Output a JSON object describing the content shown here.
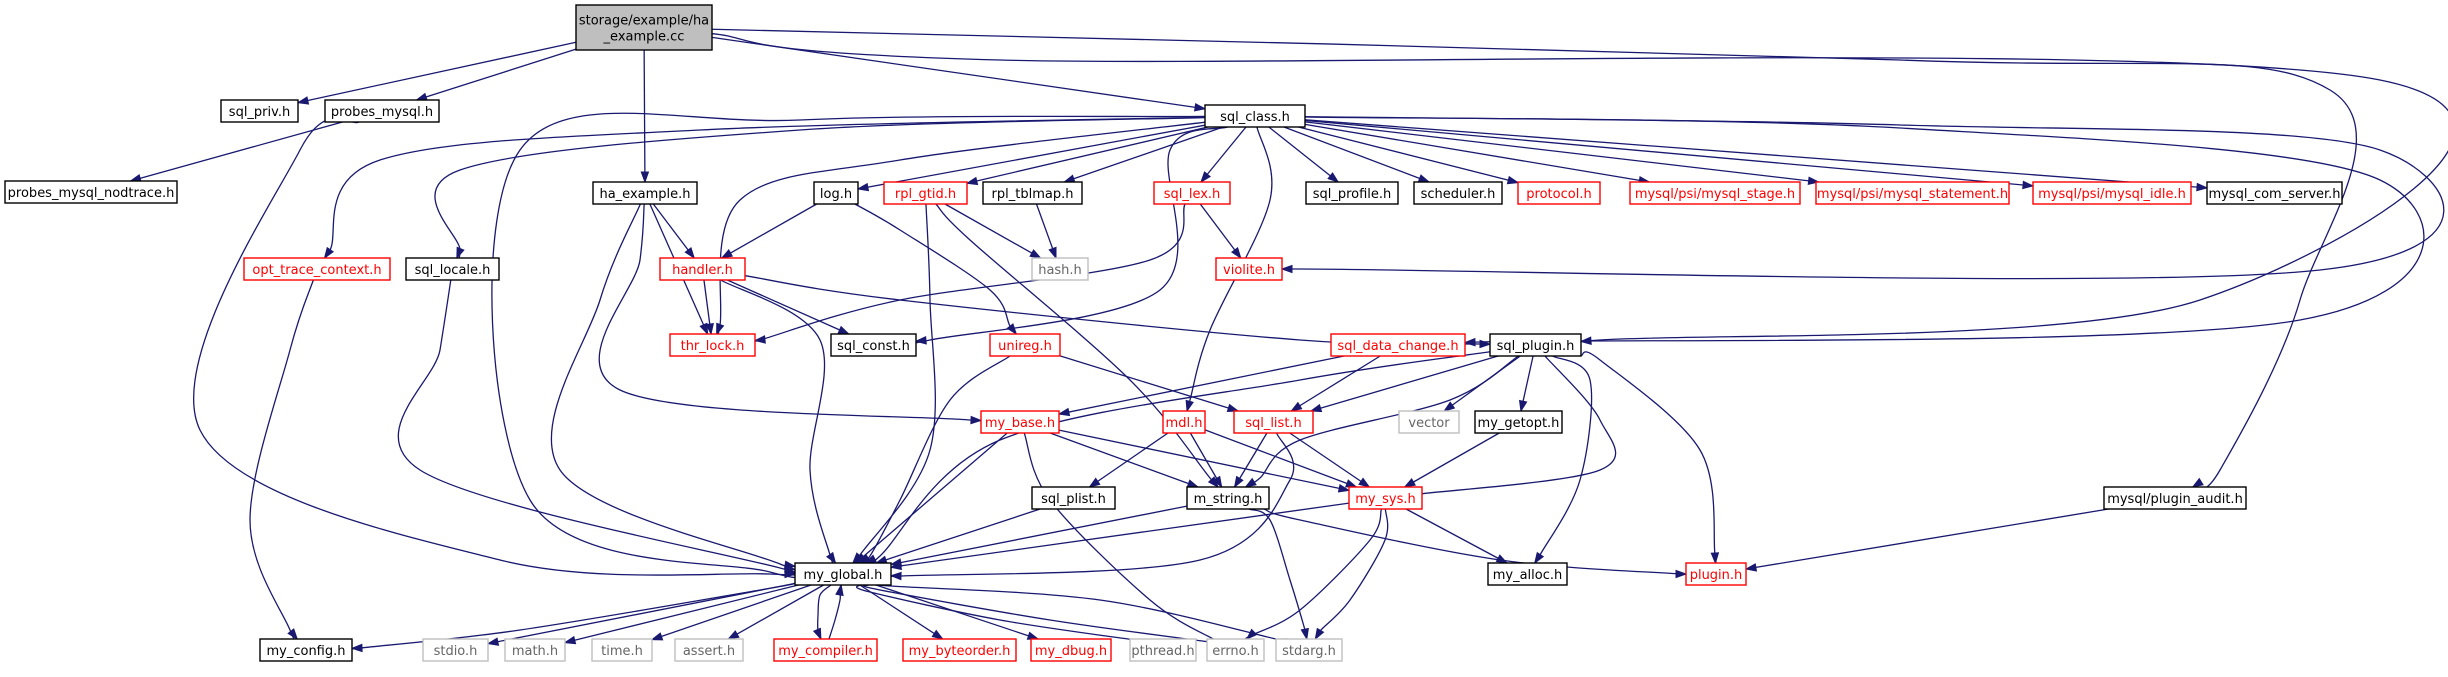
{
  "colors": {
    "edge": "#191970",
    "normal_border": "#000000",
    "normal_text": "#000000",
    "incomplete_border": "#ff0000",
    "incomplete_text": "#ff0000",
    "external_border": "#bfbfbf",
    "external_text": "#666666",
    "root_fill": "#bfbfbf",
    "fill": "#ffffff"
  },
  "nodes": [
    {
      "id": "root",
      "label": "storage/example/ha_example.cc",
      "lines": [
        "storage/example/ha",
        "_example.cc"
      ],
      "kind": "root"
    },
    {
      "id": "sql_priv",
      "label": "sql_priv.h",
      "kind": "normal"
    },
    {
      "id": "probes_mysql",
      "label": "probes_mysql.h",
      "kind": "normal"
    },
    {
      "id": "probes_mysql_nodtrace",
      "label": "probes_mysql_nodtrace.h",
      "kind": "normal"
    },
    {
      "id": "sql_class",
      "label": "sql_class.h",
      "kind": "normal"
    },
    {
      "id": "ha_example",
      "label": "ha_example.h",
      "kind": "normal"
    },
    {
      "id": "opt_trace_context",
      "label": "opt_trace_context.h",
      "kind": "incomplete"
    },
    {
      "id": "sql_locale",
      "label": "sql_locale.h",
      "kind": "normal"
    },
    {
      "id": "log",
      "label": "log.h",
      "kind": "normal"
    },
    {
      "id": "rpl_gtid",
      "label": "rpl_gtid.h",
      "kind": "incomplete"
    },
    {
      "id": "rpl_tblmap",
      "label": "rpl_tblmap.h",
      "kind": "normal"
    },
    {
      "id": "sql_lex",
      "label": "sql_lex.h",
      "kind": "incomplete"
    },
    {
      "id": "sql_profile",
      "label": "sql_profile.h",
      "kind": "normal"
    },
    {
      "id": "scheduler",
      "label": "scheduler.h",
      "kind": "normal"
    },
    {
      "id": "protocol",
      "label": "protocol.h",
      "kind": "incomplete"
    },
    {
      "id": "mysql_stage",
      "label": "mysql/psi/mysql_stage.h",
      "kind": "incomplete"
    },
    {
      "id": "mysql_statement",
      "label": "mysql/psi/mysql_statement.h",
      "kind": "incomplete"
    },
    {
      "id": "mysql_idle",
      "label": "mysql/psi/mysql_idle.h",
      "kind": "incomplete"
    },
    {
      "id": "mysql_com_server",
      "label": "mysql_com_server.h",
      "kind": "normal"
    },
    {
      "id": "hash",
      "label": "hash.h",
      "kind": "external"
    },
    {
      "id": "violite",
      "label": "violite.h",
      "kind": "incomplete"
    },
    {
      "id": "handler",
      "label": "handler.h",
      "kind": "incomplete"
    },
    {
      "id": "thr_lock",
      "label": "thr_lock.h",
      "kind": "incomplete"
    },
    {
      "id": "sql_const",
      "label": "sql_const.h",
      "kind": "normal"
    },
    {
      "id": "unireg",
      "label": "unireg.h",
      "kind": "incomplete"
    },
    {
      "id": "sql_data_change",
      "label": "sql_data_change.h",
      "kind": "incomplete"
    },
    {
      "id": "sql_plugin",
      "label": "sql_plugin.h",
      "kind": "normal"
    },
    {
      "id": "my_base",
      "label": "my_base.h",
      "kind": "incomplete"
    },
    {
      "id": "mdl",
      "label": "mdl.h",
      "kind": "incomplete"
    },
    {
      "id": "sql_list",
      "label": "sql_list.h",
      "kind": "incomplete"
    },
    {
      "id": "vector",
      "label": "vector",
      "kind": "external"
    },
    {
      "id": "my_getopt",
      "label": "my_getopt.h",
      "kind": "normal"
    },
    {
      "id": "sql_plist",
      "label": "sql_plist.h",
      "kind": "normal"
    },
    {
      "id": "m_string",
      "label": "m_string.h",
      "kind": "normal"
    },
    {
      "id": "my_sys",
      "label": "my_sys.h",
      "kind": "incomplete"
    },
    {
      "id": "mysql_plugin_audit",
      "label": "mysql/plugin_audit.h",
      "kind": "normal"
    },
    {
      "id": "my_global",
      "label": "my_global.h",
      "kind": "normal"
    },
    {
      "id": "my_alloc",
      "label": "my_alloc.h",
      "kind": "normal"
    },
    {
      "id": "plugin",
      "label": "plugin.h",
      "kind": "incomplete"
    },
    {
      "id": "my_config",
      "label": "my_config.h",
      "kind": "normal"
    },
    {
      "id": "stdio",
      "label": "stdio.h",
      "kind": "external"
    },
    {
      "id": "math",
      "label": "math.h",
      "kind": "external"
    },
    {
      "id": "time",
      "label": "time.h",
      "kind": "external"
    },
    {
      "id": "assert",
      "label": "assert.h",
      "kind": "external"
    },
    {
      "id": "my_compiler",
      "label": "my_compiler.h",
      "kind": "incomplete"
    },
    {
      "id": "my_byteorder",
      "label": "my_byteorder.h",
      "kind": "incomplete"
    },
    {
      "id": "my_dbug",
      "label": "my_dbug.h",
      "kind": "incomplete"
    },
    {
      "id": "pthread",
      "label": "pthread.h",
      "kind": "external"
    },
    {
      "id": "errno",
      "label": "errno.h",
      "kind": "external"
    },
    {
      "id": "stdarg",
      "label": "stdarg.h",
      "kind": "external"
    }
  ],
  "edges": [
    {
      "from": "root",
      "to": "sql_priv"
    },
    {
      "from": "root",
      "to": "probes_mysql"
    },
    {
      "from": "root",
      "to": "sql_class"
    },
    {
      "from": "root",
      "to": "ha_example"
    },
    {
      "from": "root",
      "to": "sql_plugin"
    },
    {
      "from": "root",
      "to": "mysql_plugin_audit"
    },
    {
      "from": "probes_mysql",
      "to": "probes_mysql_nodtrace"
    },
    {
      "from": "probes_mysql",
      "to": "my_global"
    },
    {
      "from": "sql_class",
      "to": "opt_trace_context"
    },
    {
      "from": "sql_class",
      "to": "sql_locale"
    },
    {
      "from": "sql_class",
      "to": "log"
    },
    {
      "from": "sql_class",
      "to": "rpl_gtid"
    },
    {
      "from": "sql_class",
      "to": "rpl_tblmap"
    },
    {
      "from": "sql_class",
      "to": "sql_lex"
    },
    {
      "from": "sql_class",
      "to": "sql_profile"
    },
    {
      "from": "sql_class",
      "to": "scheduler"
    },
    {
      "from": "sql_class",
      "to": "protocol"
    },
    {
      "from": "sql_class",
      "to": "mysql_stage"
    },
    {
      "from": "sql_class",
      "to": "mysql_statement"
    },
    {
      "from": "sql_class",
      "to": "mysql_idle"
    },
    {
      "from": "sql_class",
      "to": "mysql_com_server"
    },
    {
      "from": "sql_class",
      "to": "violite"
    },
    {
      "from": "sql_class",
      "to": "thr_lock"
    },
    {
      "from": "sql_class",
      "to": "sql_const"
    },
    {
      "from": "sql_class",
      "to": "sql_data_change"
    },
    {
      "from": "sql_class",
      "to": "mdl"
    },
    {
      "from": "sql_class",
      "to": "my_global"
    },
    {
      "from": "ha_example",
      "to": "handler"
    },
    {
      "from": "ha_example",
      "to": "thr_lock"
    },
    {
      "from": "ha_example",
      "to": "my_base"
    },
    {
      "from": "ha_example",
      "to": "my_global"
    },
    {
      "from": "opt_trace_context",
      "to": "my_config"
    },
    {
      "from": "sql_locale",
      "to": "my_global"
    },
    {
      "from": "log",
      "to": "handler"
    },
    {
      "from": "log",
      "to": "unireg"
    },
    {
      "from": "rpl_gtid",
      "to": "hash"
    },
    {
      "from": "rpl_gtid",
      "to": "my_global"
    },
    {
      "from": "rpl_gtid",
      "to": "m_string"
    },
    {
      "from": "rpl_tblmap",
      "to": "hash"
    },
    {
      "from": "sql_lex",
      "to": "violite"
    },
    {
      "from": "sql_lex",
      "to": "thr_lock"
    },
    {
      "from": "handler",
      "to": "thr_lock"
    },
    {
      "from": "handler",
      "to": "sql_const"
    },
    {
      "from": "handler",
      "to": "sql_plugin"
    },
    {
      "from": "handler",
      "to": "my_global"
    },
    {
      "from": "unireg",
      "to": "my_global"
    },
    {
      "from": "unireg",
      "to": "sql_list"
    },
    {
      "from": "sql_data_change",
      "to": "my_base"
    },
    {
      "from": "sql_data_change",
      "to": "sql_list"
    },
    {
      "from": "sql_plugin",
      "to": "my_global"
    },
    {
      "from": "sql_plugin",
      "to": "sql_list"
    },
    {
      "from": "sql_plugin",
      "to": "vector"
    },
    {
      "from": "sql_plugin",
      "to": "my_getopt"
    },
    {
      "from": "sql_plugin",
      "to": "m_string"
    },
    {
      "from": "sql_plugin",
      "to": "my_sys"
    },
    {
      "from": "sql_plugin",
      "to": "my_alloc"
    },
    {
      "from": "sql_plugin",
      "to": "plugin"
    },
    {
      "from": "my_base",
      "to": "my_global"
    },
    {
      "from": "my_base",
      "to": "m_string"
    },
    {
      "from": "my_base",
      "to": "my_sys"
    },
    {
      "from": "my_base",
      "to": "errno"
    },
    {
      "from": "mdl",
      "to": "sql_plist"
    },
    {
      "from": "mdl",
      "to": "m_string"
    },
    {
      "from": "mdl",
      "to": "my_sys"
    },
    {
      "from": "sql_list",
      "to": "m_string"
    },
    {
      "from": "sql_list",
      "to": "my_sys"
    },
    {
      "from": "sql_list",
      "to": "my_global"
    },
    {
      "from": "my_getopt",
      "to": "my_sys"
    },
    {
      "from": "sql_plist",
      "to": "my_global"
    },
    {
      "from": "m_string",
      "to": "my_global"
    },
    {
      "from": "m_string",
      "to": "plugin"
    },
    {
      "from": "m_string",
      "to": "stdarg"
    },
    {
      "from": "my_sys",
      "to": "my_global"
    },
    {
      "from": "my_sys",
      "to": "my_alloc"
    },
    {
      "from": "my_sys",
      "to": "errno"
    },
    {
      "from": "my_sys",
      "to": "stdarg"
    },
    {
      "from": "mysql_plugin_audit",
      "to": "plugin"
    },
    {
      "from": "my_global",
      "to": "my_config"
    },
    {
      "from": "my_global",
      "to": "stdio"
    },
    {
      "from": "my_global",
      "to": "math"
    },
    {
      "from": "my_global",
      "to": "time"
    },
    {
      "from": "my_global",
      "to": "assert"
    },
    {
      "from": "my_global",
      "to": "my_compiler"
    },
    {
      "from": "my_global",
      "to": "my_byteorder"
    },
    {
      "from": "my_global",
      "to": "my_dbug"
    },
    {
      "from": "my_global",
      "to": "pthread"
    },
    {
      "from": "my_global",
      "to": "errno"
    },
    {
      "from": "my_global",
      "to": "stdarg"
    },
    {
      "from": "my_compiler",
      "to": "my_global"
    }
  ]
}
